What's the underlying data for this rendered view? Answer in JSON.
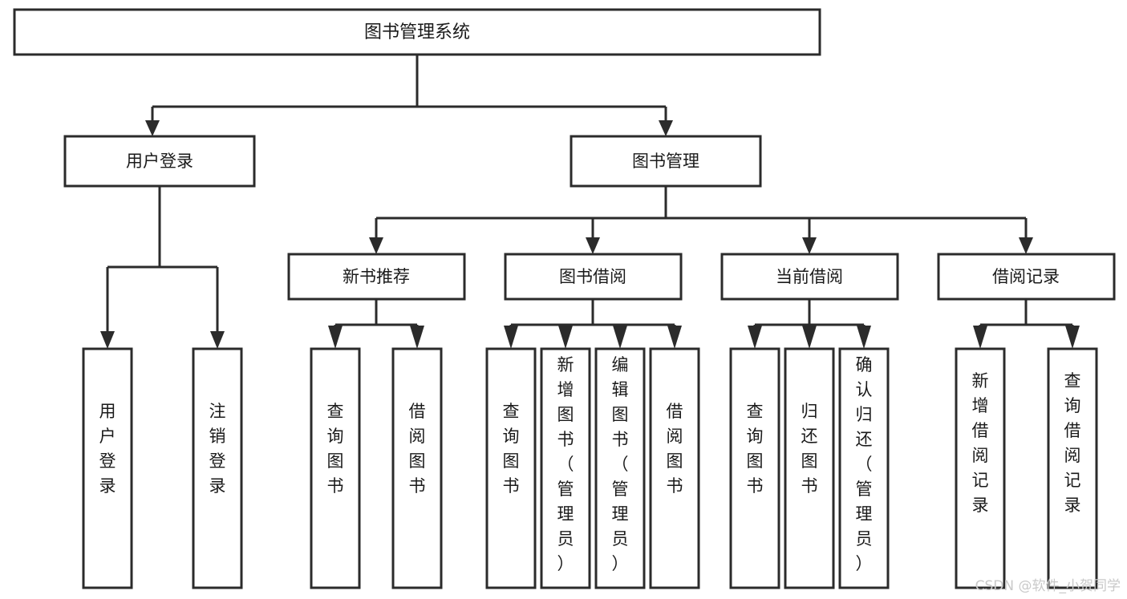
{
  "diagram": {
    "title": "图书管理系统",
    "type": "hierarchy-tree",
    "watermark": "CSDN @软件_小贺同学",
    "colors": {
      "background": "#ffffff",
      "box_fill": "#ffffff",
      "box_stroke": "#2b2b2b",
      "text": "#1a1a1a",
      "watermark": "#c9c9c9"
    },
    "root": {
      "id": "root",
      "label": "图书管理系统",
      "orientation": "horizontal"
    },
    "level2": [
      {
        "id": "user-login",
        "label": "用户登录",
        "orientation": "horizontal"
      },
      {
        "id": "book-manage",
        "label": "图书管理",
        "orientation": "horizontal"
      }
    ],
    "level3": [
      {
        "id": "new-book-recommend",
        "label": "新书推荐",
        "orientation": "horizontal",
        "parent": "book-manage"
      },
      {
        "id": "book-borrow",
        "label": "图书借阅",
        "orientation": "horizontal",
        "parent": "book-manage"
      },
      {
        "id": "current-borrow",
        "label": "当前借阅",
        "orientation": "horizontal",
        "parent": "book-manage"
      },
      {
        "id": "borrow-record",
        "label": "借阅记录",
        "orientation": "horizontal",
        "parent": "book-manage"
      }
    ],
    "leaves": [
      {
        "id": "leaf-user-login",
        "label": "用户登录",
        "parent": "user-login",
        "orientation": "vertical"
      },
      {
        "id": "leaf-user-logout",
        "label": "注销登录",
        "parent": "user-login",
        "orientation": "vertical"
      },
      {
        "id": "leaf-query-book-1",
        "label": "查询图书",
        "parent": "new-book-recommend",
        "orientation": "vertical"
      },
      {
        "id": "leaf-borrow-book-1",
        "label": "借阅图书",
        "parent": "new-book-recommend",
        "orientation": "vertical"
      },
      {
        "id": "leaf-query-book-2",
        "label": "查询图书",
        "parent": "book-borrow",
        "orientation": "vertical"
      },
      {
        "id": "leaf-add-book",
        "label": "新增图书（管理员）",
        "parent": "book-borrow",
        "orientation": "vertical"
      },
      {
        "id": "leaf-edit-book",
        "label": "编辑图书（管理员）",
        "parent": "book-borrow",
        "orientation": "vertical"
      },
      {
        "id": "leaf-borrow-book-2",
        "label": "借阅图书",
        "parent": "book-borrow",
        "orientation": "vertical"
      },
      {
        "id": "leaf-query-book-3",
        "label": "查询图书",
        "parent": "current-borrow",
        "orientation": "vertical"
      },
      {
        "id": "leaf-return-book",
        "label": "归还图书",
        "parent": "current-borrow",
        "orientation": "vertical"
      },
      {
        "id": "leaf-confirm-return",
        "label": "确认归还（管理员）",
        "parent": "current-borrow",
        "orientation": "vertical"
      },
      {
        "id": "leaf-add-record",
        "label": "新增借阅记录",
        "parent": "borrow-record",
        "orientation": "vertical"
      },
      {
        "id": "leaf-query-record",
        "label": "查询借阅记录",
        "parent": "borrow-record",
        "orientation": "vertical"
      }
    ]
  }
}
